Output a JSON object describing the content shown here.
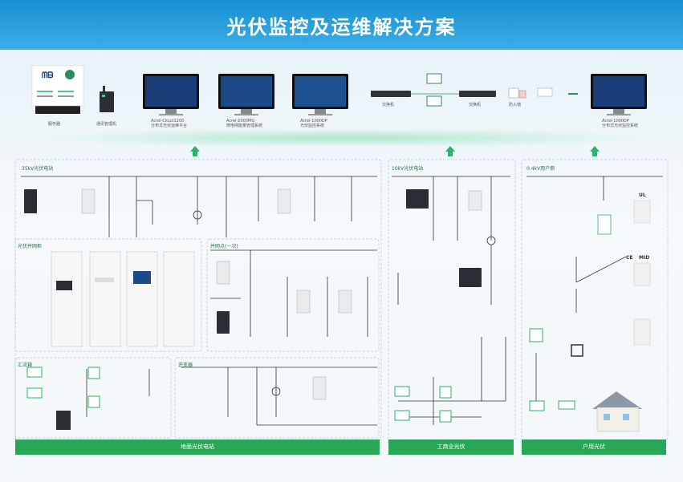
{
  "header": {
    "title": "光伏监控及运维解决方案"
  },
  "top_devices": [
    {
      "id": "server",
      "lbl": "服务器"
    },
    {
      "id": "gateway",
      "lbl": "通讯管理机"
    },
    {
      "id": "mon1",
      "lbl": "Acrel-Cloud1200\n分布式光伏运维平台"
    },
    {
      "id": "mon2",
      "lbl": "Acrel-2000MG\n微电网能量管理系统"
    },
    {
      "id": "mon3",
      "lbl": "Acrel-1000DP\n光伏监控系统"
    },
    {
      "id": "switch1",
      "lbl": "交换机"
    },
    {
      "id": "router",
      "lbl": "防火墙"
    },
    {
      "id": "switch2",
      "lbl": "交换机"
    },
    {
      "id": "mon4",
      "lbl": "Acrel-1000DP\n分布式光伏监控系统"
    }
  ],
  "sections": {
    "s1_title": "35kV光伏电站",
    "s2_title": "10kV光伏电站",
    "s3_title": "0.4kV用户侧",
    "cabinet_title": "光伏并网柜",
    "sub1_title": "并网点(一次)",
    "sub2_title": "汇流箱",
    "sub3_title": "逆变器",
    "meter_ul": "UL",
    "meter_mid": "MID",
    "meter_ce": "CE"
  },
  "footers": {
    "f1": "地面光伏电站",
    "f2": "工商业光伏",
    "f3": "户用光伏"
  },
  "colors": {
    "header": "#1a8fd0",
    "footer": "#28a857",
    "accent": "#2bb36a"
  }
}
